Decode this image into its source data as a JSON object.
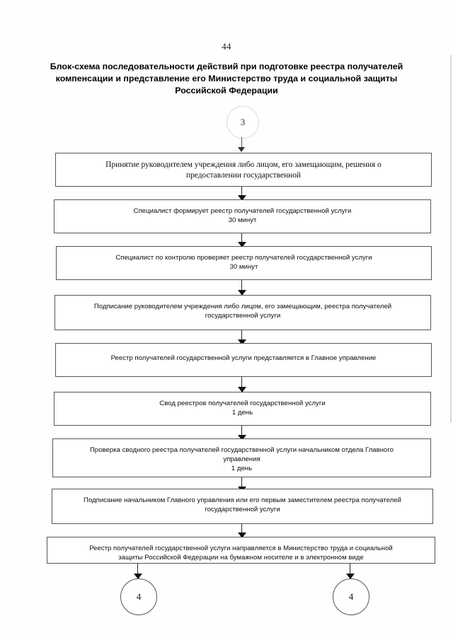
{
  "document": {
    "page_number": "44",
    "title_lines": [
      "Блок-схема последовательности действий при подготовке реестра получателей",
      "компенсации и представление его Министерство труда и социальной защиты",
      "Российской Федерации"
    ]
  },
  "flowchart": {
    "entry_connector": {
      "label": "3"
    },
    "exit_connectors": [
      {
        "label": "4"
      },
      {
        "label": "4"
      }
    ],
    "steps": [
      {
        "id": "step-1",
        "lines": [
          "Принятие руководителем учреждения либо лицом, его замещающим, решения о",
          "предоставлении государственной"
        ]
      },
      {
        "id": "step-2",
        "lines": [
          "Специалист формирует реестр получателей государственной услуги",
          "30 минут"
        ]
      },
      {
        "id": "step-3",
        "lines": [
          "Специалист по контролю проверяет реестр получателей государственной услуги",
          "30 минут"
        ]
      },
      {
        "id": "step-4",
        "lines": [
          "Подписание руководителем учреждения либо лицом, его замещающим, реестра получателей",
          "государственной услуги"
        ]
      },
      {
        "id": "step-5",
        "lines": [
          "Реестр получателей государственной услуги представляется в Главное управление"
        ]
      },
      {
        "id": "step-6",
        "lines": [
          "Свод реестров получателей государственной услуги",
          "1 день"
        ]
      },
      {
        "id": "step-7",
        "lines": [
          "Проверка сводного реестра получателей государственной услуги начальником отдела Главного",
          "управления",
          "1 день"
        ]
      },
      {
        "id": "step-8",
        "lines": [
          "Подписание начальником Главного управления или его первым заместителем реестра получателей",
          "государственной услуги"
        ]
      },
      {
        "id": "step-9",
        "lines": [
          "Реестр получателей государственной услуги направляется в Министерство труда и социальной",
          "защиты Российской Федерации на бумажном носителе и в электронном виде"
        ]
      }
    ]
  }
}
